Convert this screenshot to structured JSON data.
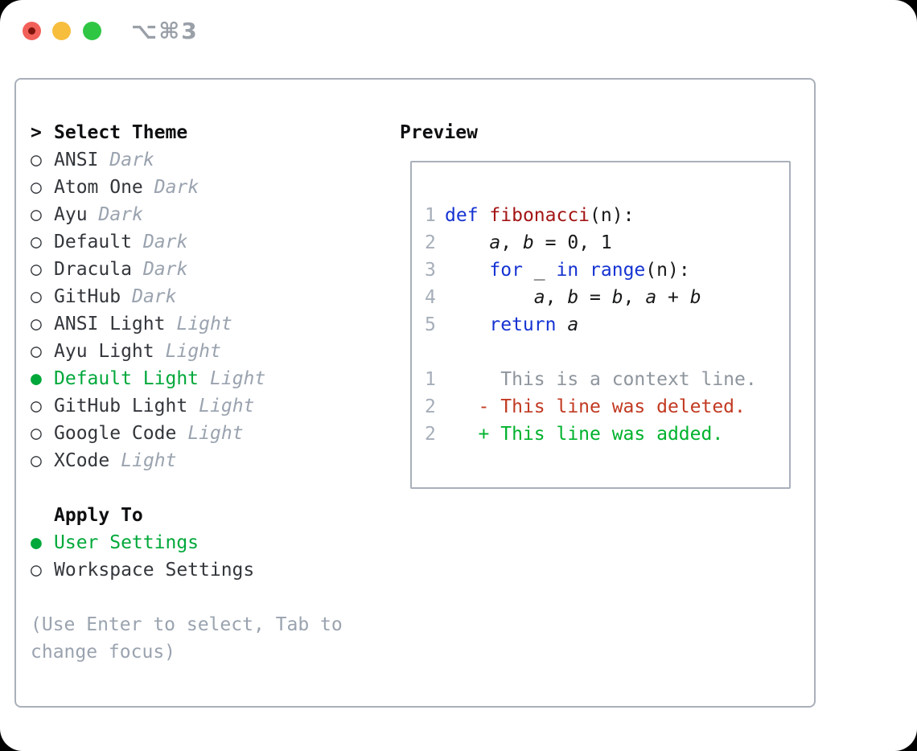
{
  "window": {
    "title_shortcut": "⌥⌘3"
  },
  "icons": {
    "bullet_selected": "●",
    "bullet_unselected": "○",
    "header_prefix": ">"
  },
  "left": {
    "header": "Select Theme",
    "themes": [
      {
        "name": "ANSI",
        "badge": "Dark",
        "selected": false
      },
      {
        "name": "Atom One",
        "badge": "Dark",
        "selected": false
      },
      {
        "name": "Ayu",
        "badge": "Dark",
        "selected": false
      },
      {
        "name": "Default",
        "badge": "Dark",
        "selected": false
      },
      {
        "name": "Dracula",
        "badge": "Dark",
        "selected": false
      },
      {
        "name": "GitHub",
        "badge": "Dark",
        "selected": false
      },
      {
        "name": "ANSI Light",
        "badge": "Light",
        "selected": false
      },
      {
        "name": "Ayu Light",
        "badge": "Light",
        "selected": false
      },
      {
        "name": "Default Light",
        "badge": "Light",
        "selected": true
      },
      {
        "name": "GitHub Light",
        "badge": "Light",
        "selected": false
      },
      {
        "name": "Google Code",
        "badge": "Light",
        "selected": false
      },
      {
        "name": "XCode",
        "badge": "Light",
        "selected": false
      }
    ],
    "apply_to_header": "Apply To",
    "apply_to": [
      {
        "name": "User Settings",
        "selected": true
      },
      {
        "name": "Workspace Settings",
        "selected": false
      }
    ],
    "help": "(Use Enter to select, Tab to change focus)"
  },
  "preview": {
    "header": "Preview",
    "code_lines": [
      {
        "num": "1",
        "tokens": [
          {
            "t": "def",
            "c": "kw"
          },
          {
            "t": " "
          },
          {
            "t": "fibonacci",
            "c": "fn"
          },
          {
            "t": "(n):"
          }
        ]
      },
      {
        "num": "2",
        "tokens": [
          {
            "t": "    "
          },
          {
            "t": "a",
            "c": "var"
          },
          {
            "t": ", "
          },
          {
            "t": "b",
            "c": "var"
          },
          {
            "t": " = 0, 1"
          }
        ]
      },
      {
        "num": "3",
        "tokens": [
          {
            "t": "    "
          },
          {
            "t": "for",
            "c": "kw"
          },
          {
            "t": " _ "
          },
          {
            "t": "in",
            "c": "kw"
          },
          {
            "t": " "
          },
          {
            "t": "range",
            "c": "kw"
          },
          {
            "t": "(n):"
          }
        ]
      },
      {
        "num": "4",
        "tokens": [
          {
            "t": "        "
          },
          {
            "t": "a",
            "c": "var"
          },
          {
            "t": ", "
          },
          {
            "t": "b",
            "c": "var"
          },
          {
            "t": " = "
          },
          {
            "t": "b",
            "c": "var"
          },
          {
            "t": ", "
          },
          {
            "t": "a",
            "c": "var"
          },
          {
            "t": " + "
          },
          {
            "t": "b",
            "c": "var"
          }
        ]
      },
      {
        "num": "5",
        "tokens": [
          {
            "t": "    "
          },
          {
            "t": "return",
            "c": "kw"
          },
          {
            "t": " "
          },
          {
            "t": "a",
            "c": "var"
          }
        ]
      }
    ],
    "diff_lines": [
      {
        "num": "1",
        "c": "ctx",
        "text": "     This is a context line."
      },
      {
        "num": "2",
        "c": "del",
        "text": "   - This line was deleted."
      },
      {
        "num": "2",
        "c": "add",
        "text": "   + This line was added."
      }
    ]
  },
  "colors": {
    "outside_bg": "#000000",
    "window_bg": "#ffffff",
    "panel_border": "#a9b0ba",
    "text_dark": "#33363b",
    "header_black": "#0e0f11",
    "muted_gray": "#9aa3af",
    "line_number_gray": "#a6aeb9",
    "context_gray": "#8e959d",
    "keyword_blue": "#1533d2",
    "function_red": "#a31515",
    "code_black": "#17181a",
    "deleted_red": "#c23a22",
    "added_green": "#00b22d",
    "selected_green": "#00a83a",
    "title_gray": "#9aa0a8",
    "traffic_red": "#f2605a",
    "traffic_red_dot": "#7e150d",
    "traffic_yellow": "#f7bd3c",
    "traffic_green": "#2fc644"
  }
}
